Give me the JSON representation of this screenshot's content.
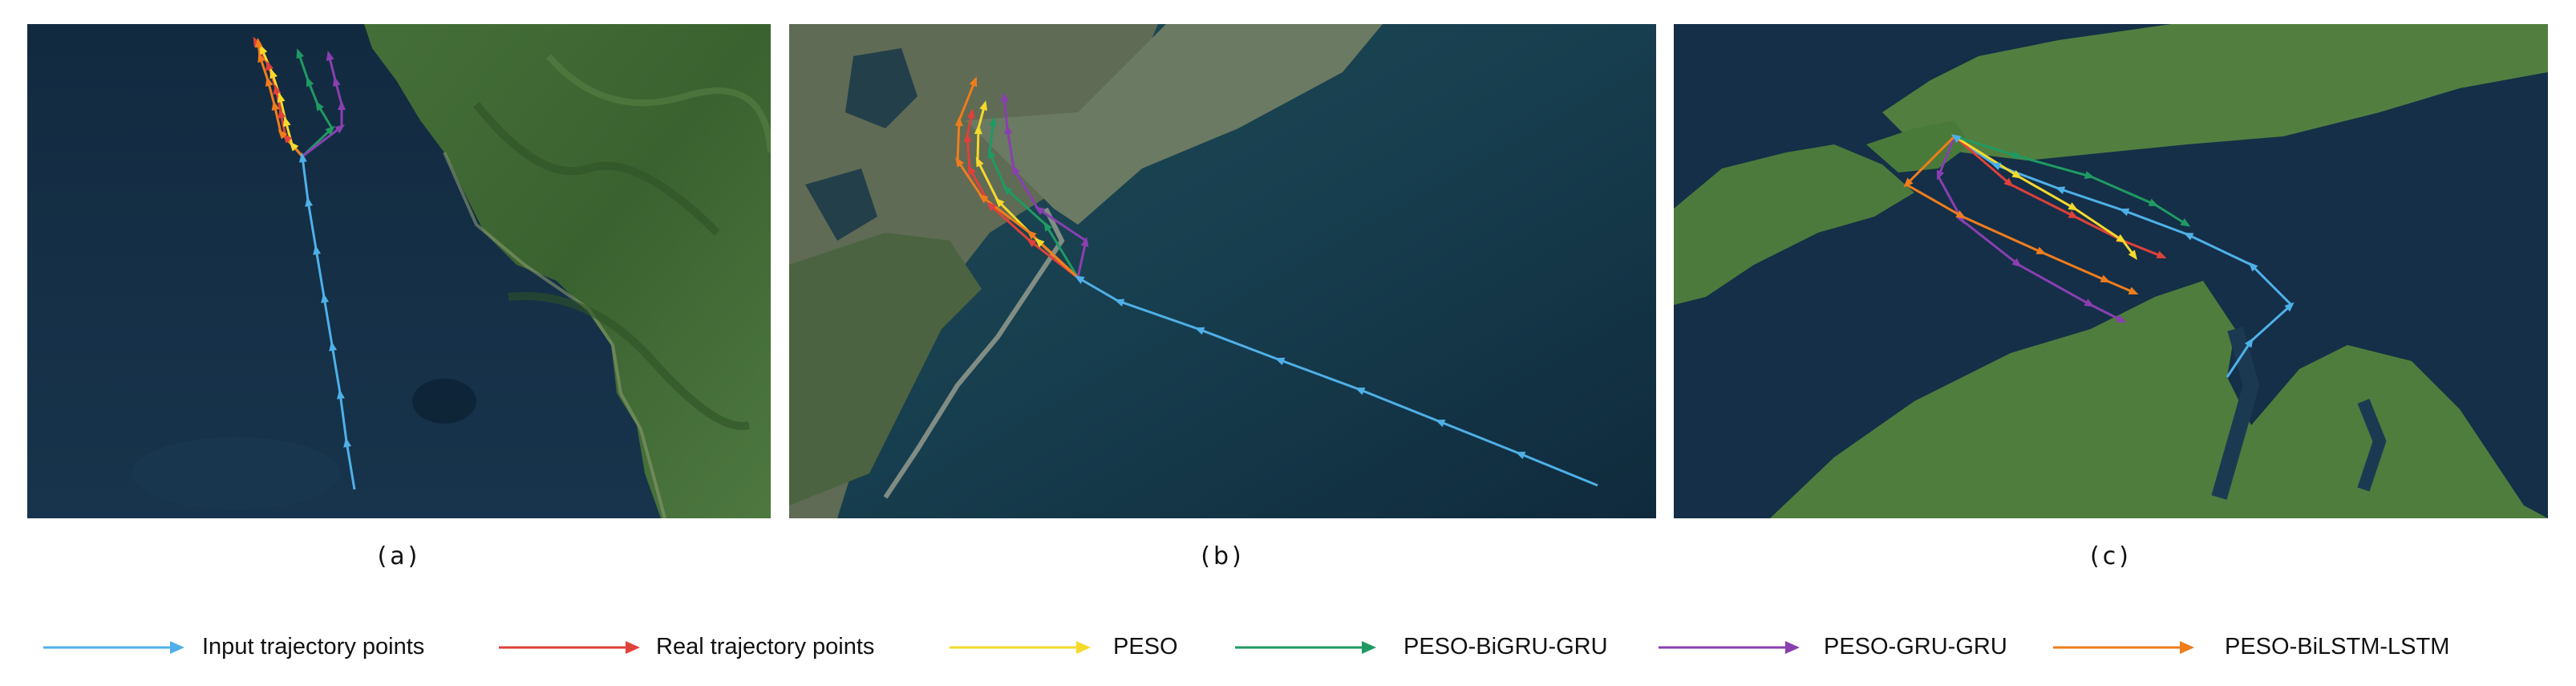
{
  "colors": {
    "input": "#4fb0e8",
    "real": "#e0413a",
    "peso": "#f5d92b",
    "bigru": "#1f9a63",
    "gru": "#8a3fb0",
    "bilstm": "#ef7d1c",
    "sea": "#13314a",
    "land": "#3e6a34"
  },
  "panels": [
    {
      "id": "a",
      "caption": "(a)"
    },
    {
      "id": "b",
      "caption": "(b)"
    },
    {
      "id": "c",
      "caption": "(c)"
    }
  ],
  "legend": [
    {
      "key": "input",
      "label": "Input trajectory points"
    },
    {
      "key": "real",
      "label": "Real trajectory points"
    },
    {
      "key": "peso",
      "label": "PESO"
    },
    {
      "key": "bigru",
      "label": "PESO-BiGRU-GRU"
    },
    {
      "key": "gru",
      "label": "PESO-GRU-GRU"
    },
    {
      "key": "bilstm",
      "label": "PESO-BiLSTM-LSTM"
    }
  ]
}
